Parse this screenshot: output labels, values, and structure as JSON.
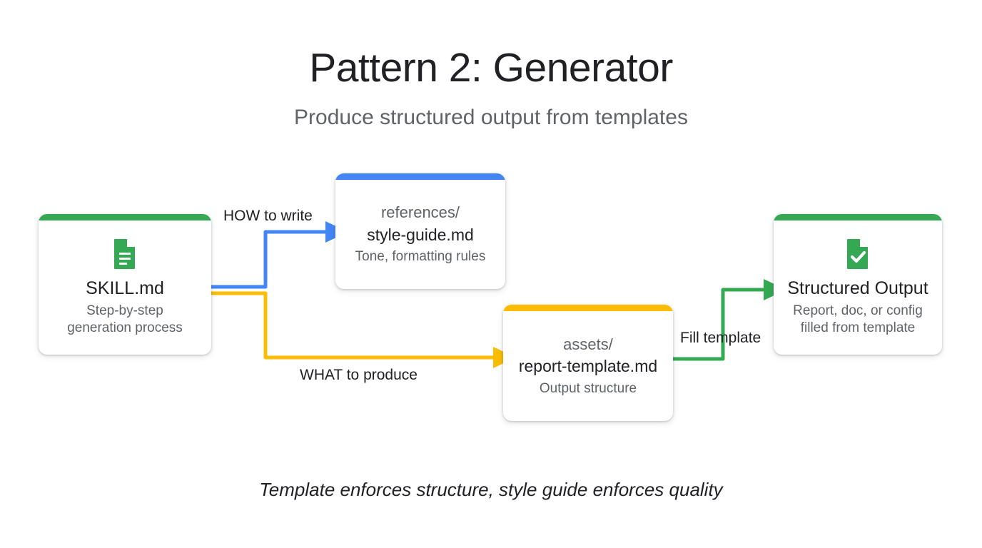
{
  "header": {
    "title": "Pattern 2: Generator",
    "subtitle": "Produce structured output from templates"
  },
  "caption": "Template enforces structure, style guide enforces quality",
  "colors": {
    "green": "#34A853",
    "blue": "#4285F4",
    "yellow": "#FBBC04",
    "text_dark": "#202124",
    "text_gray": "#5f6368",
    "background": "#ffffff"
  },
  "nodes": [
    {
      "id": "skill",
      "accent": "#34A853",
      "icon": "document-icon",
      "path": "",
      "title": "SKILL.md",
      "sub_line1": "Step-by-step",
      "sub_line2": "generation process"
    },
    {
      "id": "references",
      "accent": "#4285F4",
      "icon": "",
      "path": "references/",
      "title": "style-guide.md",
      "sub_line1": "Tone, formatting rules",
      "sub_line2": ""
    },
    {
      "id": "assets",
      "accent": "#FBBC04",
      "icon": "",
      "path": "assets/",
      "title": "report-template.md",
      "sub_line1": "Output structure",
      "sub_line2": ""
    },
    {
      "id": "output",
      "accent": "#34A853",
      "icon": "document-check-icon",
      "path": "",
      "title": "Structured Output",
      "sub_line1": "Report, doc, or config",
      "sub_line2": "filled from template"
    }
  ],
  "edges": [
    {
      "id": "how",
      "label": "HOW to write",
      "color": "#4285F4",
      "from": "skill",
      "to": "references"
    },
    {
      "id": "what",
      "label": "WHAT to produce",
      "color": "#FBBC04",
      "from": "skill",
      "to": "assets"
    },
    {
      "id": "fill",
      "label": "Fill template",
      "color": "#34A853",
      "from": "assets",
      "to": "output"
    }
  ]
}
